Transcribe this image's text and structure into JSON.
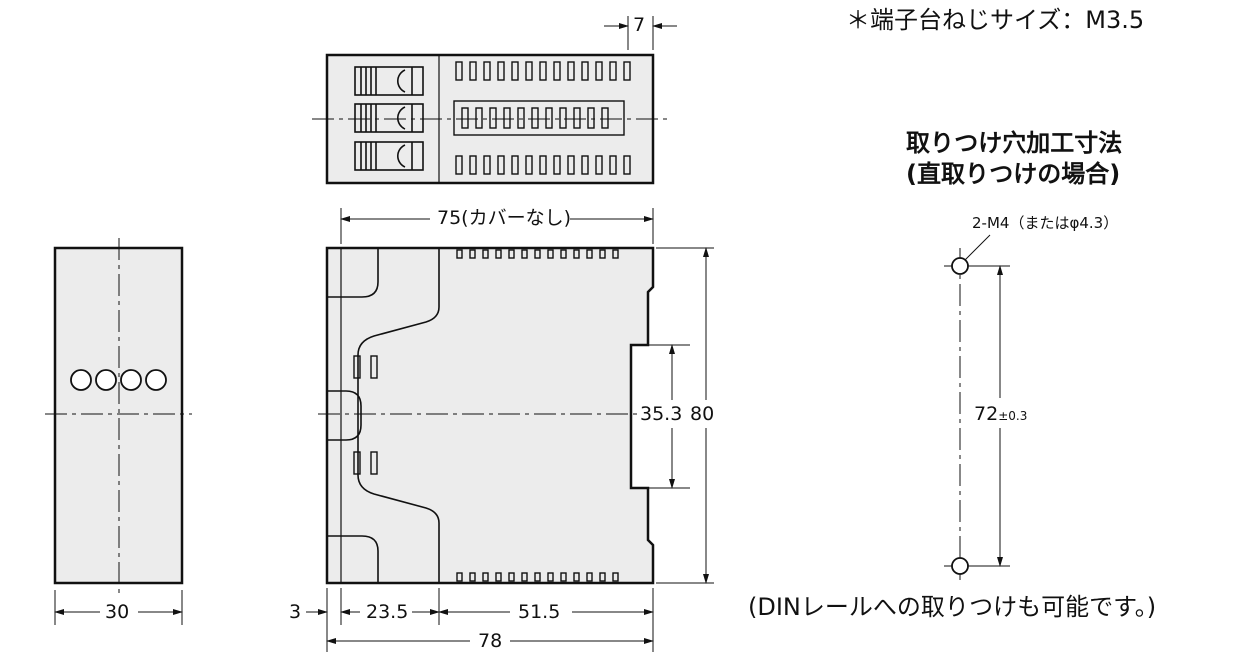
{
  "terminal_note": "＊端子台ねじサイズ：M3.5",
  "mounting": {
    "title_line1": "取りつけ穴加工寸法",
    "title_line2": "(直取りつけの場合)",
    "hole_label": "2-M4（またはφ4.3）",
    "pitch_value": "72",
    "pitch_tolerance": "±0.3"
  },
  "din_note": "(DINレールへの取りつけも可能です。)",
  "dimensions": {
    "top_offset": "7",
    "cover_width": "75(カバーなし)",
    "height_inner": "35.3",
    "height_total": "80",
    "side_width": "30",
    "rail_offset": "3",
    "section_a": "23.5",
    "section_b": "51.5",
    "total_width": "78"
  }
}
